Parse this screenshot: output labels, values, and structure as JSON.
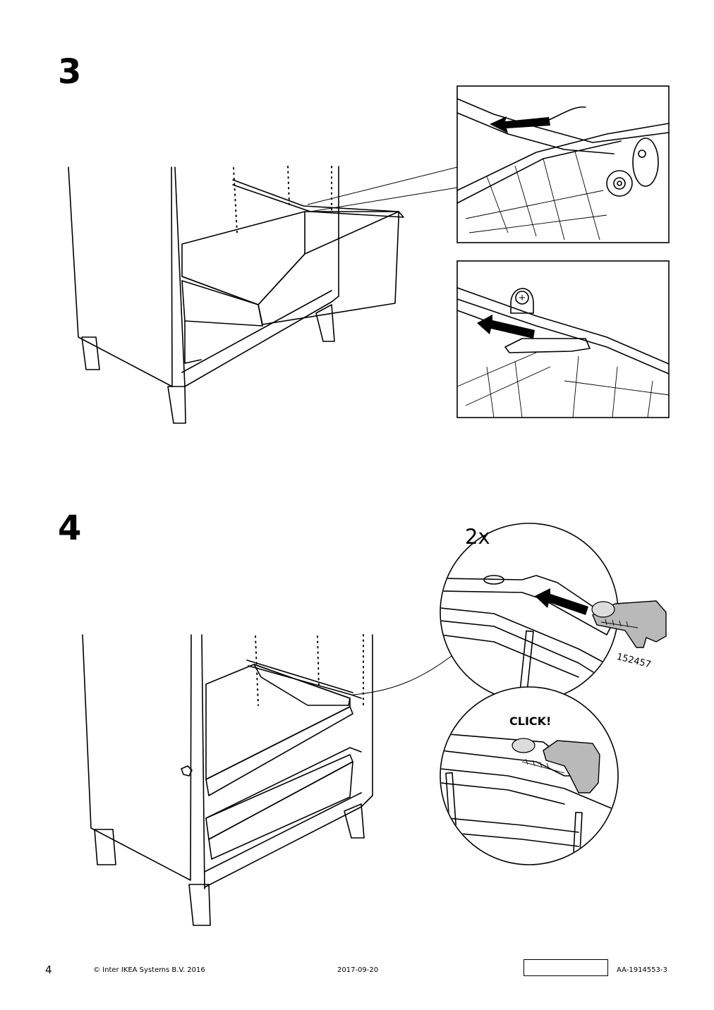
{
  "steps": [
    {
      "number": "3"
    },
    {
      "number": "4"
    }
  ],
  "step4": {
    "multiplier": "2x",
    "part_number": "152457",
    "click_label": "CLICK!"
  },
  "footer": {
    "page_number": "4",
    "copyright": "© Inter IKEA Systems B.V. 2016",
    "date": "2017-09-20",
    "document_code": "AA-1914553-3"
  }
}
